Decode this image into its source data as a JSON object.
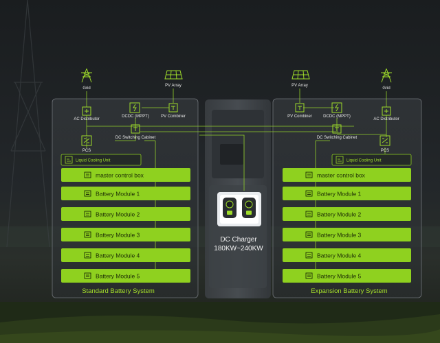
{
  "colors": {
    "accent": "#8fd11f",
    "panel_border": "#6f7479",
    "line": "#93d12a"
  },
  "top_sources": {
    "grid_left": "Grid",
    "pv_array_left": "PV Array",
    "pv_array_right": "PV Array",
    "grid_right": "Grid"
  },
  "standard": {
    "title": "Standard Battery System",
    "ac_distributor": "AC Distributor",
    "dcdc": "DCDC (MPPT)",
    "pv_combiner": "PV Combiner",
    "dc_switching": "DC Switching Cabinet",
    "pcs": "PCS",
    "liquid_cooling": "Liquid Cooling Unit",
    "modules": [
      "master control box",
      "Battery Module 1",
      "Battery Module 2",
      "Battery Module 3",
      "Battery Module 4",
      "Battery Module 5"
    ]
  },
  "expansion": {
    "title": "Expansion Battery System",
    "pv_combiner": "PV Combiner",
    "dcdc": "DCDC (MPPT)",
    "ac_distributor": "AC Distributor",
    "dc_switching": "DC Switching Cabinet",
    "pcs": "PCS",
    "liquid_cooling": "Liquid Cooling Unit",
    "modules": [
      "master control box",
      "Battery Module 1",
      "Battery Module 2",
      "Battery Module 3",
      "Battery Module 4",
      "Battery Module 5"
    ]
  },
  "charger": {
    "line1": "DC Charger",
    "line2": "180KW~240KW"
  }
}
